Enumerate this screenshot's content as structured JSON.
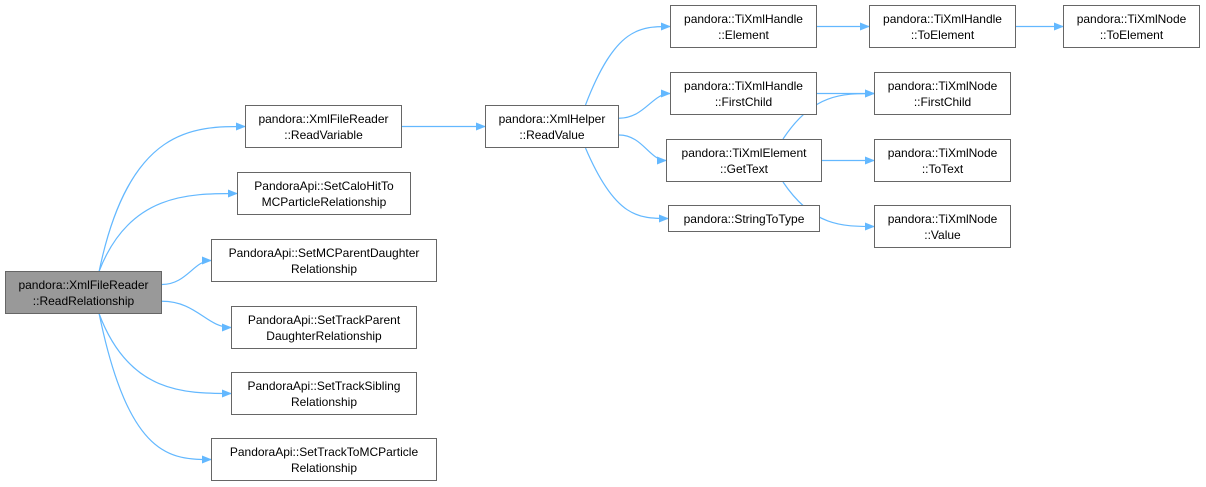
{
  "colors": {
    "edge": "#63b8ff",
    "node_border": "#666666",
    "node_fill": "#ffffff",
    "root_fill": "#999999",
    "text": "#000000"
  },
  "nodes": {
    "read_relationship": {
      "lines": [
        "pandora::XmlFileReader",
        "::ReadRelationship"
      ]
    },
    "read_variable": {
      "lines": [
        "pandora::XmlFileReader",
        "::ReadVariable"
      ]
    },
    "set_calohit_to_mcparticle": {
      "lines": [
        "PandoraApi::SetCaloHitTo",
        "MCParticleRelationship"
      ]
    },
    "set_mcparent_daughter": {
      "lines": [
        "PandoraApi::SetMCParentDaughter",
        "Relationship"
      ]
    },
    "set_track_parent_daughter": {
      "lines": [
        "PandoraApi::SetTrackParent",
        "DaughterRelationship"
      ]
    },
    "set_track_sibling": {
      "lines": [
        "PandoraApi::SetTrackSibling",
        "Relationship"
      ]
    },
    "set_track_to_mcparticle": {
      "lines": [
        "PandoraApi::SetTrackToMCParticle",
        "Relationship"
      ]
    },
    "xmlhelper_read_value": {
      "lines": [
        "pandora::XmlHelper",
        "::ReadValue"
      ]
    },
    "tixmlhandle_element": {
      "lines": [
        "pandora::TiXmlHandle",
        "::Element"
      ]
    },
    "tixmlhandle_first_child": {
      "lines": [
        "pandora::TiXmlHandle",
        "::FirstChild"
      ]
    },
    "tixmlelement_get_text": {
      "lines": [
        "pandora::TiXmlElement",
        "::GetText"
      ]
    },
    "string_to_type": {
      "lines": [
        "pandora::StringToType"
      ]
    },
    "tixmlhandle_to_element": {
      "lines": [
        "pandora::TiXmlHandle",
        "::ToElement"
      ]
    },
    "tixmlnode_to_element": {
      "lines": [
        "pandora::TiXmlNode",
        "::ToElement"
      ]
    },
    "tixmlnode_first_child": {
      "lines": [
        "pandora::TiXmlNode",
        "::FirstChild"
      ]
    },
    "tixmlnode_to_text": {
      "lines": [
        "pandora::TiXmlNode",
        "::ToText"
      ]
    },
    "tixmlnode_value": {
      "lines": [
        "pandora::TiXmlNode",
        "::Value"
      ]
    }
  },
  "edges": [
    [
      "read_relationship",
      "read_variable"
    ],
    [
      "read_relationship",
      "set_calohit_to_mcparticle"
    ],
    [
      "read_relationship",
      "set_mcparent_daughter"
    ],
    [
      "read_relationship",
      "set_track_parent_daughter"
    ],
    [
      "read_relationship",
      "set_track_sibling"
    ],
    [
      "read_relationship",
      "set_track_to_mcparticle"
    ],
    [
      "read_variable",
      "xmlhelper_read_value"
    ],
    [
      "xmlhelper_read_value",
      "tixmlhandle_element"
    ],
    [
      "xmlhelper_read_value",
      "tixmlhandle_first_child"
    ],
    [
      "xmlhelper_read_value",
      "tixmlelement_get_text"
    ],
    [
      "xmlhelper_read_value",
      "string_to_type"
    ],
    [
      "tixmlhandle_element",
      "tixmlhandle_to_element"
    ],
    [
      "tixmlhandle_to_element",
      "tixmlnode_to_element"
    ],
    [
      "tixmlhandle_first_child",
      "tixmlnode_first_child"
    ],
    [
      "tixmlelement_get_text",
      "tixmlnode_first_child"
    ],
    [
      "tixmlelement_get_text",
      "tixmlnode_to_text"
    ],
    [
      "tixmlelement_get_text",
      "tixmlnode_value"
    ]
  ]
}
